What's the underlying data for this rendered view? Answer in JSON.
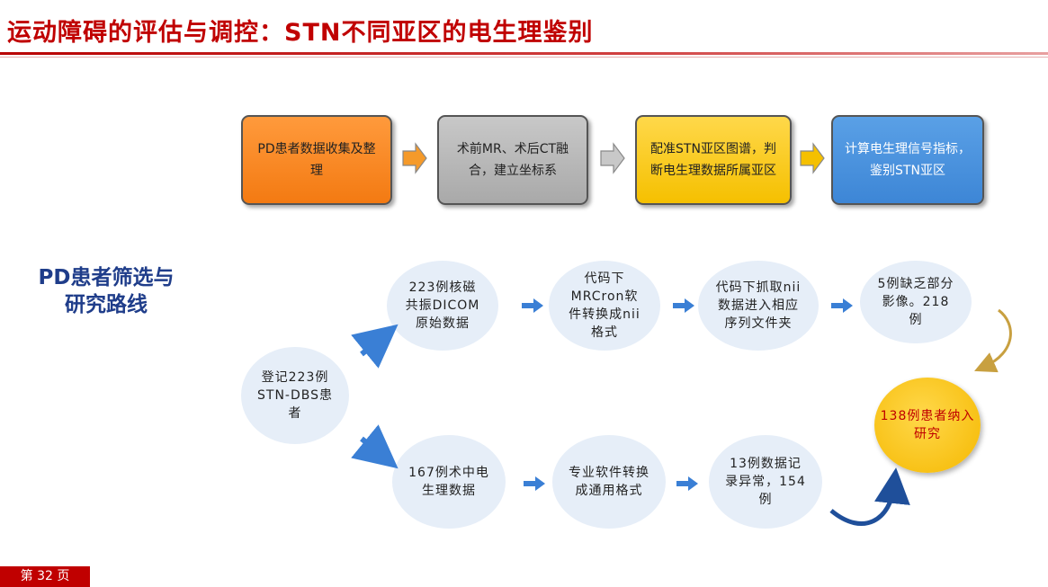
{
  "header": {
    "title": "运动障碍的评估与调控：STN不同亚区的电生理鉴别"
  },
  "steps": [
    {
      "text": "PD患者数据收集及整理",
      "color": "#f37a12"
    },
    {
      "text": "术前MR、术后CT融合，建立坐标系",
      "color": "#a9a9a9"
    },
    {
      "text": "配准STN亚区图谱，判断电生理数据所属亚区",
      "color": "#f5c000"
    },
    {
      "text": "计算电生理信号指标，鉴别STN亚区",
      "color": "#3d86d6"
    }
  ],
  "side_label": "PD患者筛选与研究路线",
  "flow": {
    "start": "登记223例STN-DBS患者",
    "top_row": [
      "223例核磁共振DICOM原始数据",
      "代码下MRCron软件转换成nii格式",
      "代码下抓取nii数据进入相应序列文件夹",
      "5例缺乏部分影像。218例"
    ],
    "bottom_row": [
      "167例术中电生理数据",
      "专业软件转换成通用格式",
      "13例数据记录异常，154例"
    ],
    "result": "138例患者纳入研究"
  },
  "footer": {
    "page": "第 32 页"
  },
  "colors": {
    "title": "#c00000",
    "arrow": "#3a7fd5",
    "curve_arrow": "#1f4f9a"
  }
}
